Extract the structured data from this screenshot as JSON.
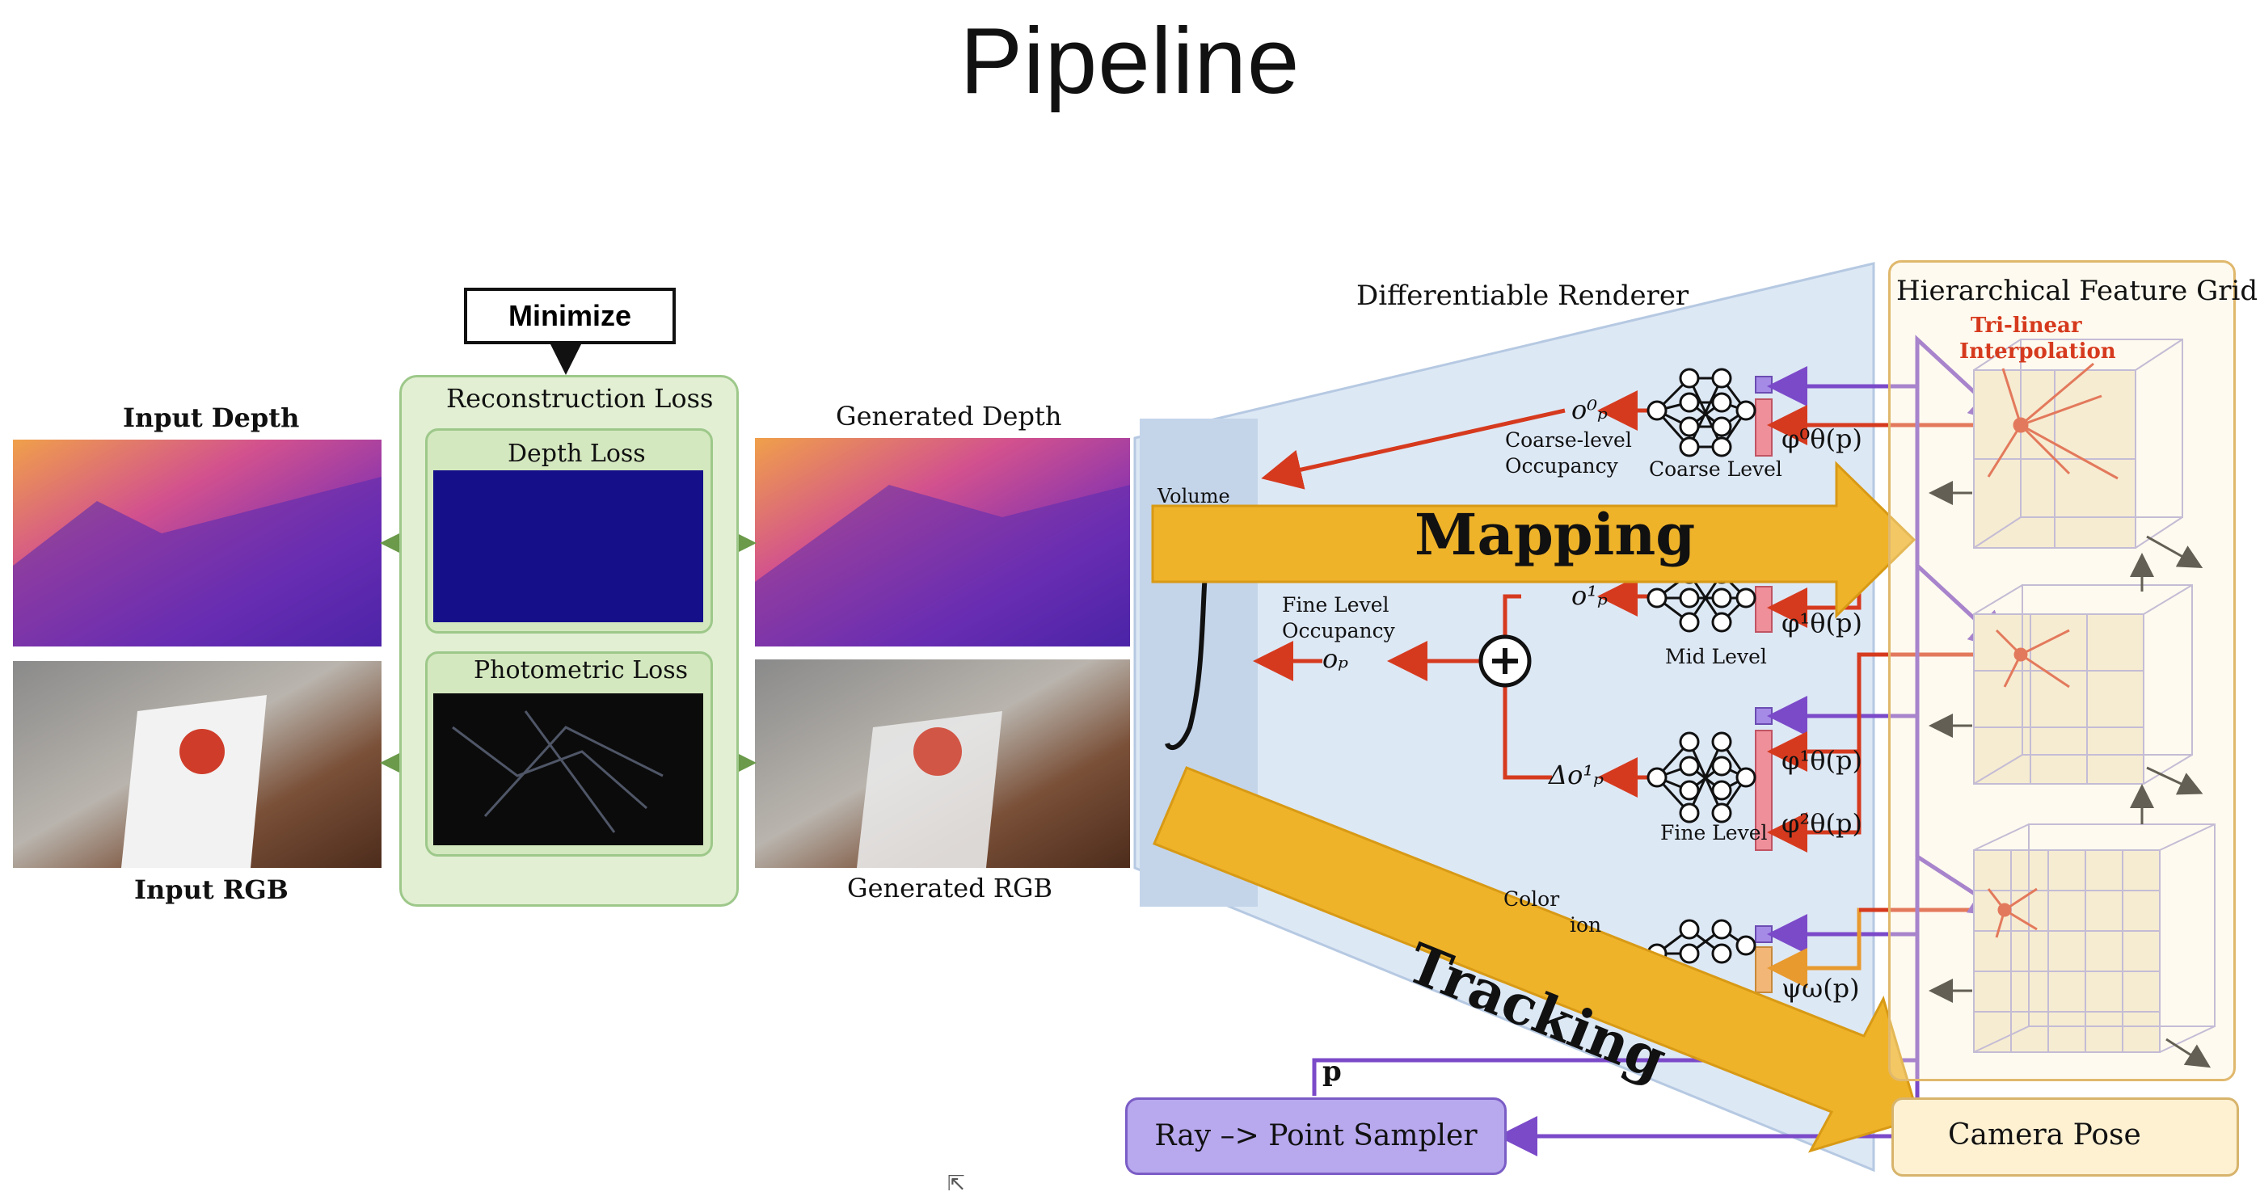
{
  "slide": {
    "title": "Pipeline"
  },
  "left": {
    "input_depth": "Input Depth",
    "input_rgb": "Input RGB",
    "minimize": "Minimize",
    "reconstruction_loss": "Reconstruction Loss",
    "depth_loss": "Depth Loss",
    "photometric_loss": "Photometric Loss",
    "generated_depth": "Generated Depth",
    "generated_rgb": "Generated RGB"
  },
  "renderer": {
    "title": "Differentiable Renderer",
    "volume_partial": "Volume",
    "coarse_occ": [
      "Coarse-level",
      "Occupancy"
    ],
    "fine_occ": [
      "Fine Level",
      "Occupancy"
    ],
    "color_partial": "Color",
    "color_partial2": "ion",
    "o_p0": "o⁰ₚ",
    "o_p1": "o¹ₚ",
    "o_p": "oₚ",
    "delta_o": "Δo¹ₚ",
    "p_label": "p"
  },
  "networks": {
    "coarse": "Coarse Level",
    "mid": "Mid Level",
    "fine": "Fine Level",
    "phi0": "φ⁰θ(p)",
    "phi1_mid": "φ¹θ(p)",
    "phi1_fine": "φ¹θ(p)",
    "phi2": "φ²θ(p)",
    "psi": "ψω(p)"
  },
  "grid": {
    "title": "Hierarchical Feature Grid",
    "trilinear": [
      "Tri-linear",
      "Interpolation"
    ]
  },
  "bottom": {
    "ray_sampler": "Ray –> Point Sampler",
    "camera_pose": "Camera Pose"
  },
  "banners": {
    "mapping": "Mapping",
    "tracking": "Tracking"
  },
  "colors": {
    "red_arrow": "#d63a1e",
    "purple_arrow": "#7b4ac9",
    "green_arrow": "#6a9a4a",
    "banner": "#efb32a",
    "feature_pink": "#ef8f9a",
    "feature_purple": "#a58be6",
    "feature_orange": "#f2b677"
  }
}
